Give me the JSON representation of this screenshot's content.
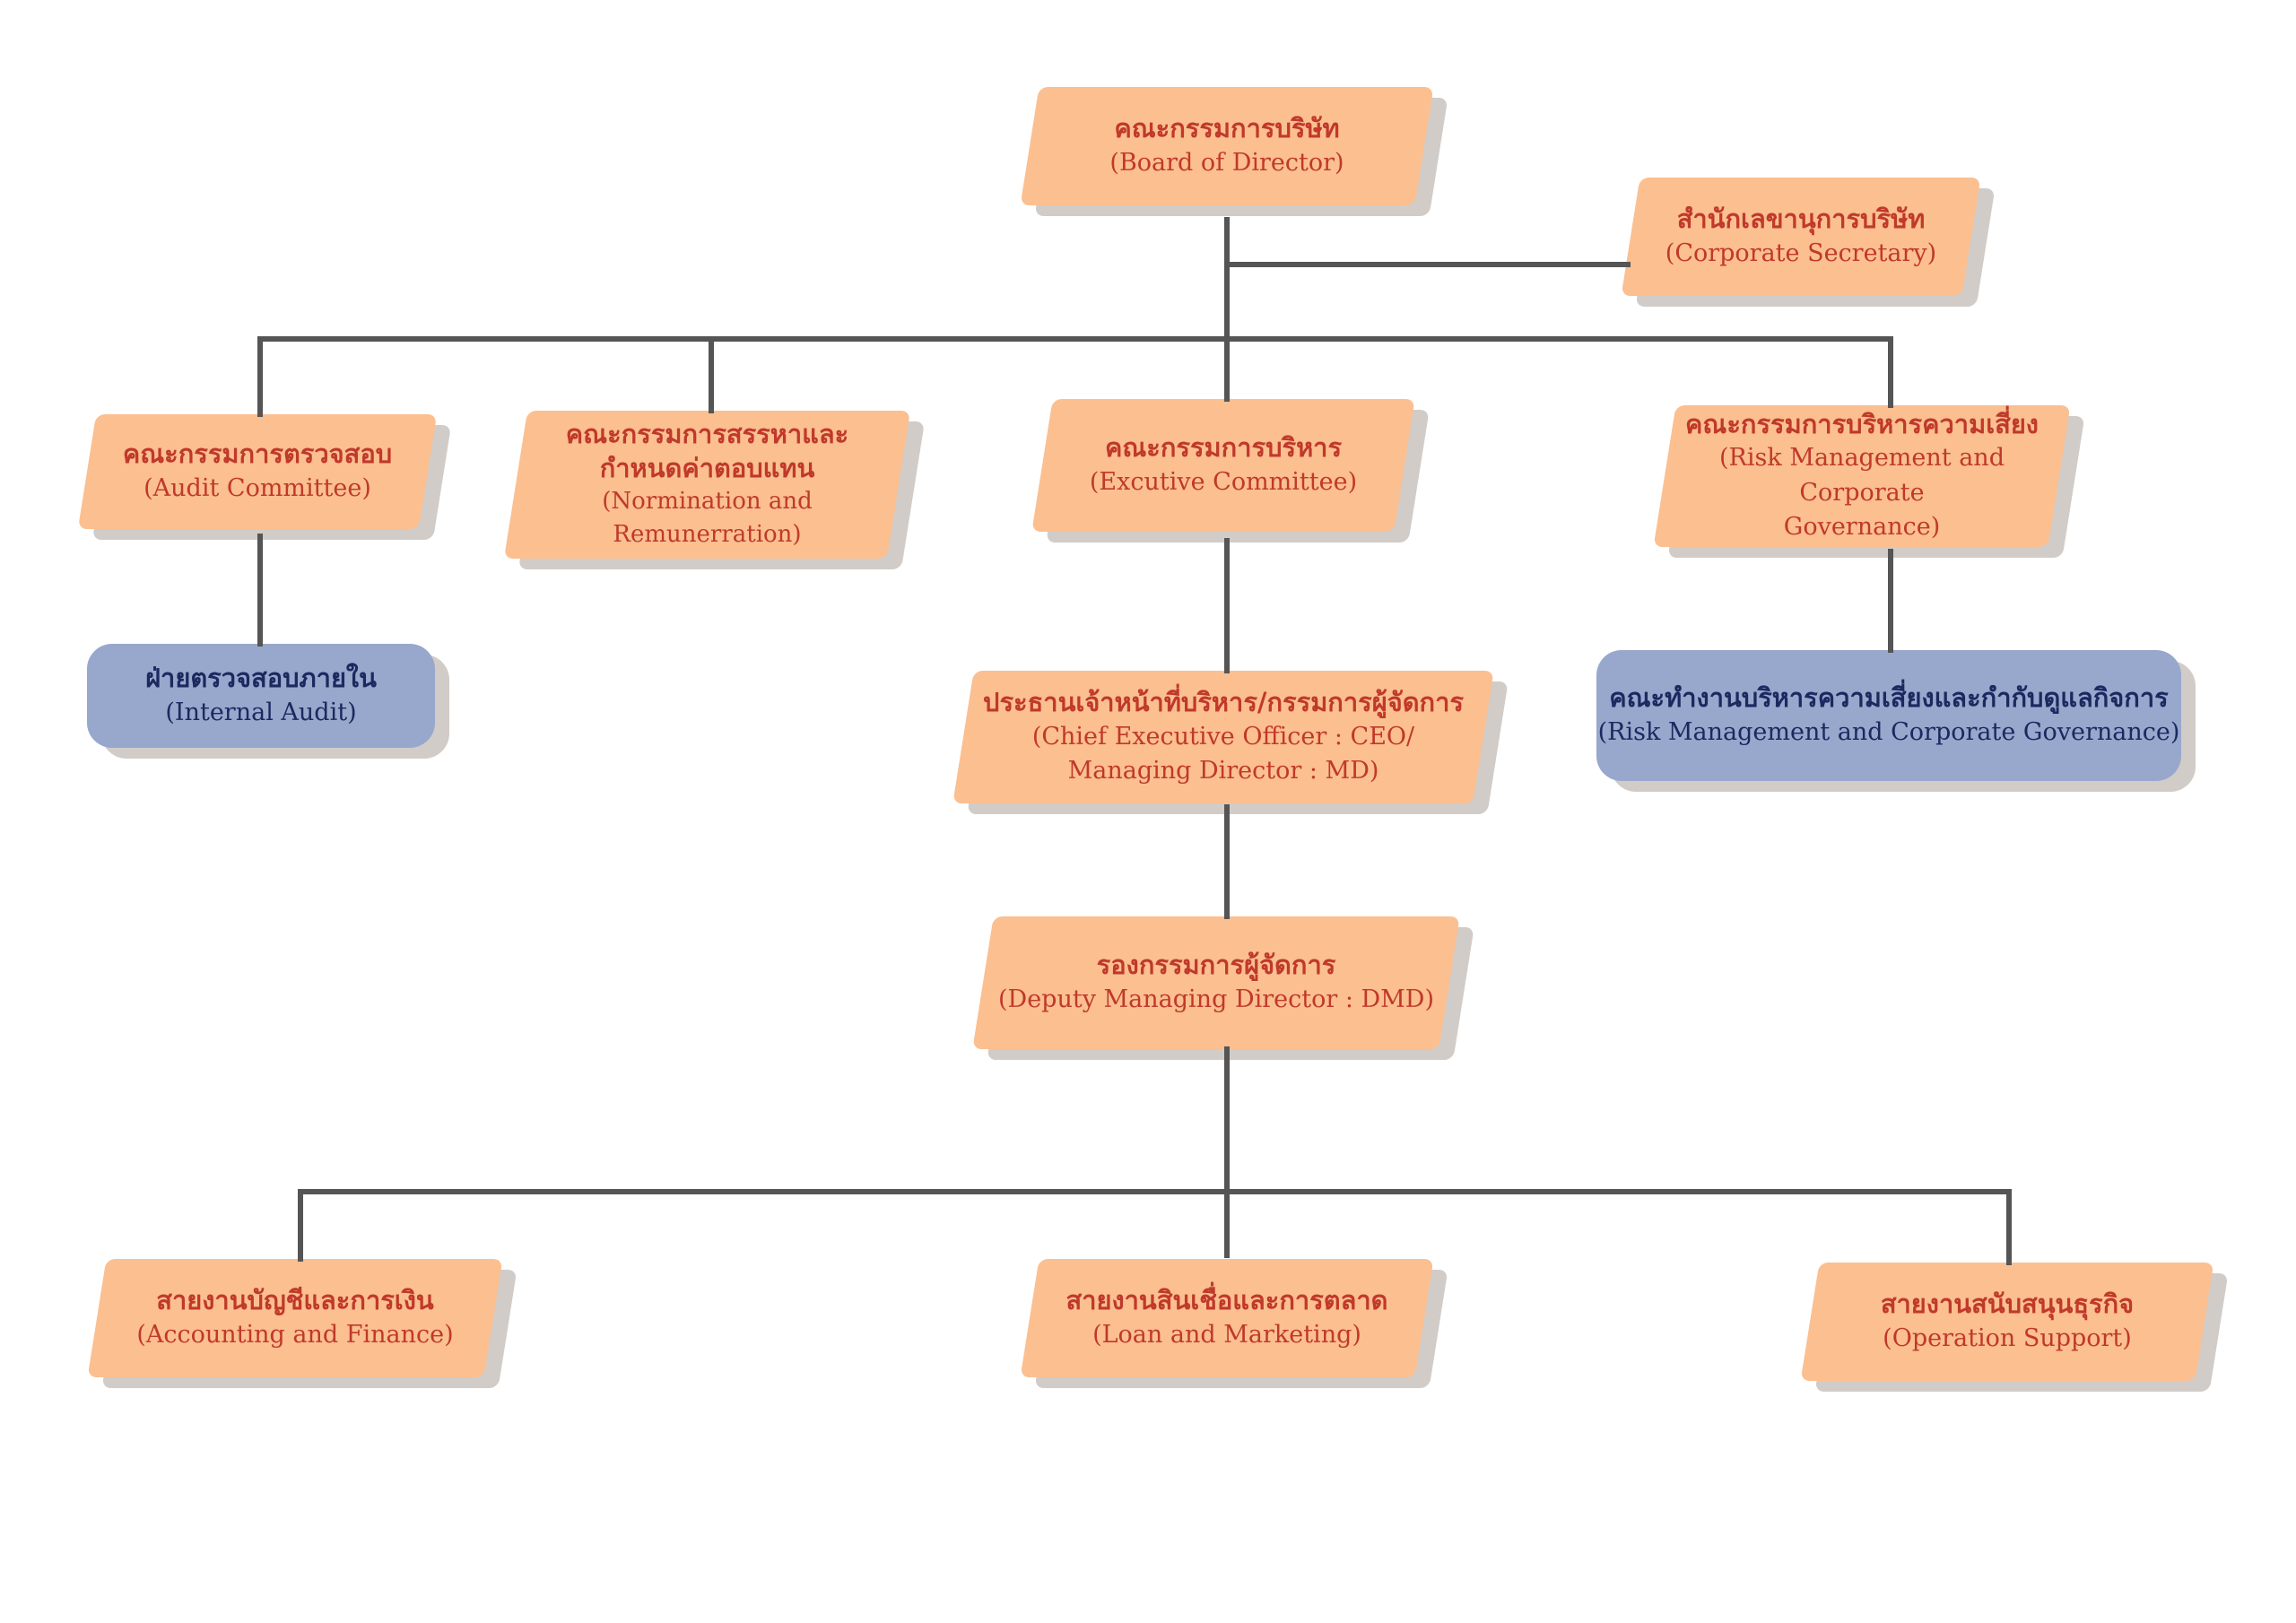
{
  "colors": {
    "box_fill": "#fbbf90",
    "unit_fill": "#98a7cc",
    "shadow": "#d1ccc8",
    "text_red": "#c0392b",
    "text_navy": "#1a2a60",
    "connector": "#555555"
  },
  "nodes": {
    "board": {
      "th": "คณะกรรมการบริษัท",
      "en": "(Board of Director)"
    },
    "secretary": {
      "th": "สำนักเลขานุการบริษัท",
      "en": "(Corporate Secretary)"
    },
    "audit_committee": {
      "th": "คณะกรรมการตรวจสอบ",
      "en": "(Audit Committee)"
    },
    "nomination": {
      "th": "คณะกรรมการสรรหาและ",
      "th2": "กำหนดค่าตอบแทน",
      "en": "(Normination and Remunerration)"
    },
    "executive": {
      "th": "คณะกรรมการบริหาร",
      "en": "(Excutive Committee)"
    },
    "risk_committee": {
      "th": "คณะกรรมการบริหารความเสี่ยง",
      "en": "(Risk Management and Corporate",
      "en2": "Governance)"
    },
    "internal_audit": {
      "th": "ฝ่ายตรวจสอบภายใน",
      "en": "(Internal Audit)"
    },
    "ceo": {
      "th": "ประธานเจ้าหน้าที่บริหาร/กรรมการผู้จัดการ",
      "en": "(Chief Executive Officer : CEO/",
      "en2": "Managing Director : MD)"
    },
    "risk_working": {
      "th": "คณะทำงานบริหารความเสี่ยงและกำกับดูแลกิจการ",
      "en": "(Risk Management and Corporate Governance)"
    },
    "dmd": {
      "th": "รองกรรมการผู้จัดการ",
      "en": "(Deputy Managing Director : DMD)"
    },
    "accounting": {
      "th": "สายงานบัญชีและการเงิน",
      "en": "(Accounting and Finance)"
    },
    "loan": {
      "th": "สายงานสินเชื่อและการตลาด",
      "en": "(Loan and Marketing)"
    },
    "operation": {
      "th": "สายงานสนับสนุนธุรกิจ",
      "en": "(Operation Support)"
    }
  }
}
